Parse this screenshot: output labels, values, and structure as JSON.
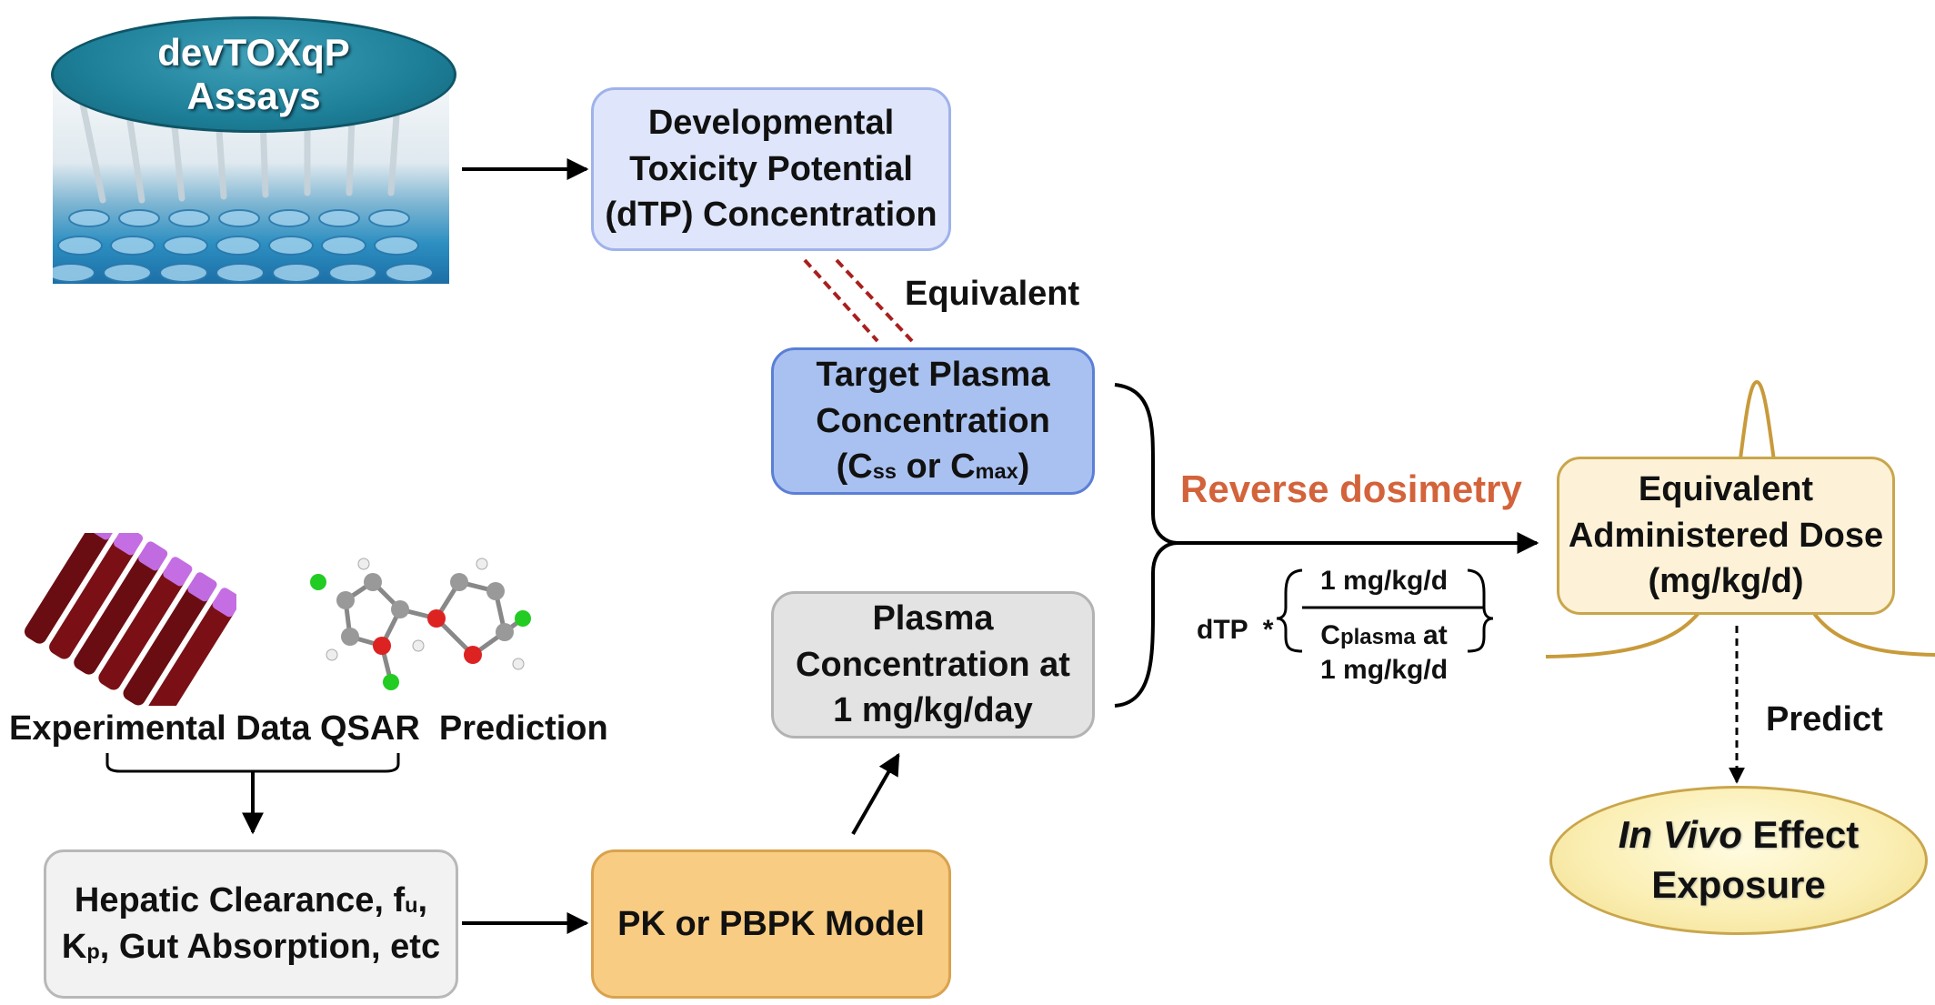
{
  "assay": {
    "line1": "devTOXqP",
    "line2": "Assays"
  },
  "dtp_box": {
    "line1": "Developmental",
    "line2": "Toxicity Potential",
    "line3": "(dTP) Concentration"
  },
  "equivalent_label": "Equivalent",
  "target_box": {
    "line1": "Target Plasma",
    "line2": "Concentration",
    "l3_open": "(C",
    "l3_ss": "ss",
    "l3_mid": " or C",
    "l3_max": "max",
    "l3_close": ")"
  },
  "plasma_box": {
    "line1": "Plasma",
    "line2": "Concentration at",
    "line3": "1 mg/kg/day"
  },
  "reverse_label": "Reverse dosimetry",
  "formula": {
    "prefix": "dTP  *",
    "numerator": "1 mg/kg/d",
    "den_c": "C",
    "den_sub": "plasma",
    "den_at": " at",
    "den_line2": "1 mg/kg/d"
  },
  "dose_box": {
    "line1": "Equivalent",
    "line2": "Administered Dose",
    "line3": "(mg/kg/d)"
  },
  "predict_label": "Predict",
  "invivo": {
    "italic": "In Vivo",
    "rest": " Effect",
    "line2": "Exposure"
  },
  "exp_label": "Experimental Data",
  "qsar_label": "QSAR  Prediction",
  "hepatic_box": {
    "l1_a": "Hepatic Clearance, f",
    "l1_sub": "u",
    "l1_b": ",",
    "l2_a": "K",
    "l2_sub": "p",
    "l2_b": ", Gut Absorption, etc"
  },
  "pk_box": {
    "label": "PK or PBPK Model"
  },
  "colors": {
    "dtp_fill": "#dfe6fb",
    "dtp_border": "#9fb2ea",
    "target_fill": "#a9c1f0",
    "target_border": "#5b7fd6",
    "plasma_fill": "#e3e3e3",
    "plasma_border": "#b3b3b3",
    "dose_fill": "#fdf2d7",
    "dose_border": "#c9a64c",
    "pk_fill": "#f8cc82",
    "pk_border": "#d9a24e",
    "hepatic_fill": "#f2f2f2",
    "hepatic_border": "#b8b8b8",
    "invivo_fill": "#fbefb5",
    "invivo_border": "#c9a64c",
    "assay_fill": "#1d7f98",
    "reverse_text": "#d3633b",
    "dashed_red": "#a8201e",
    "bell_curve": "#c89a3a"
  }
}
